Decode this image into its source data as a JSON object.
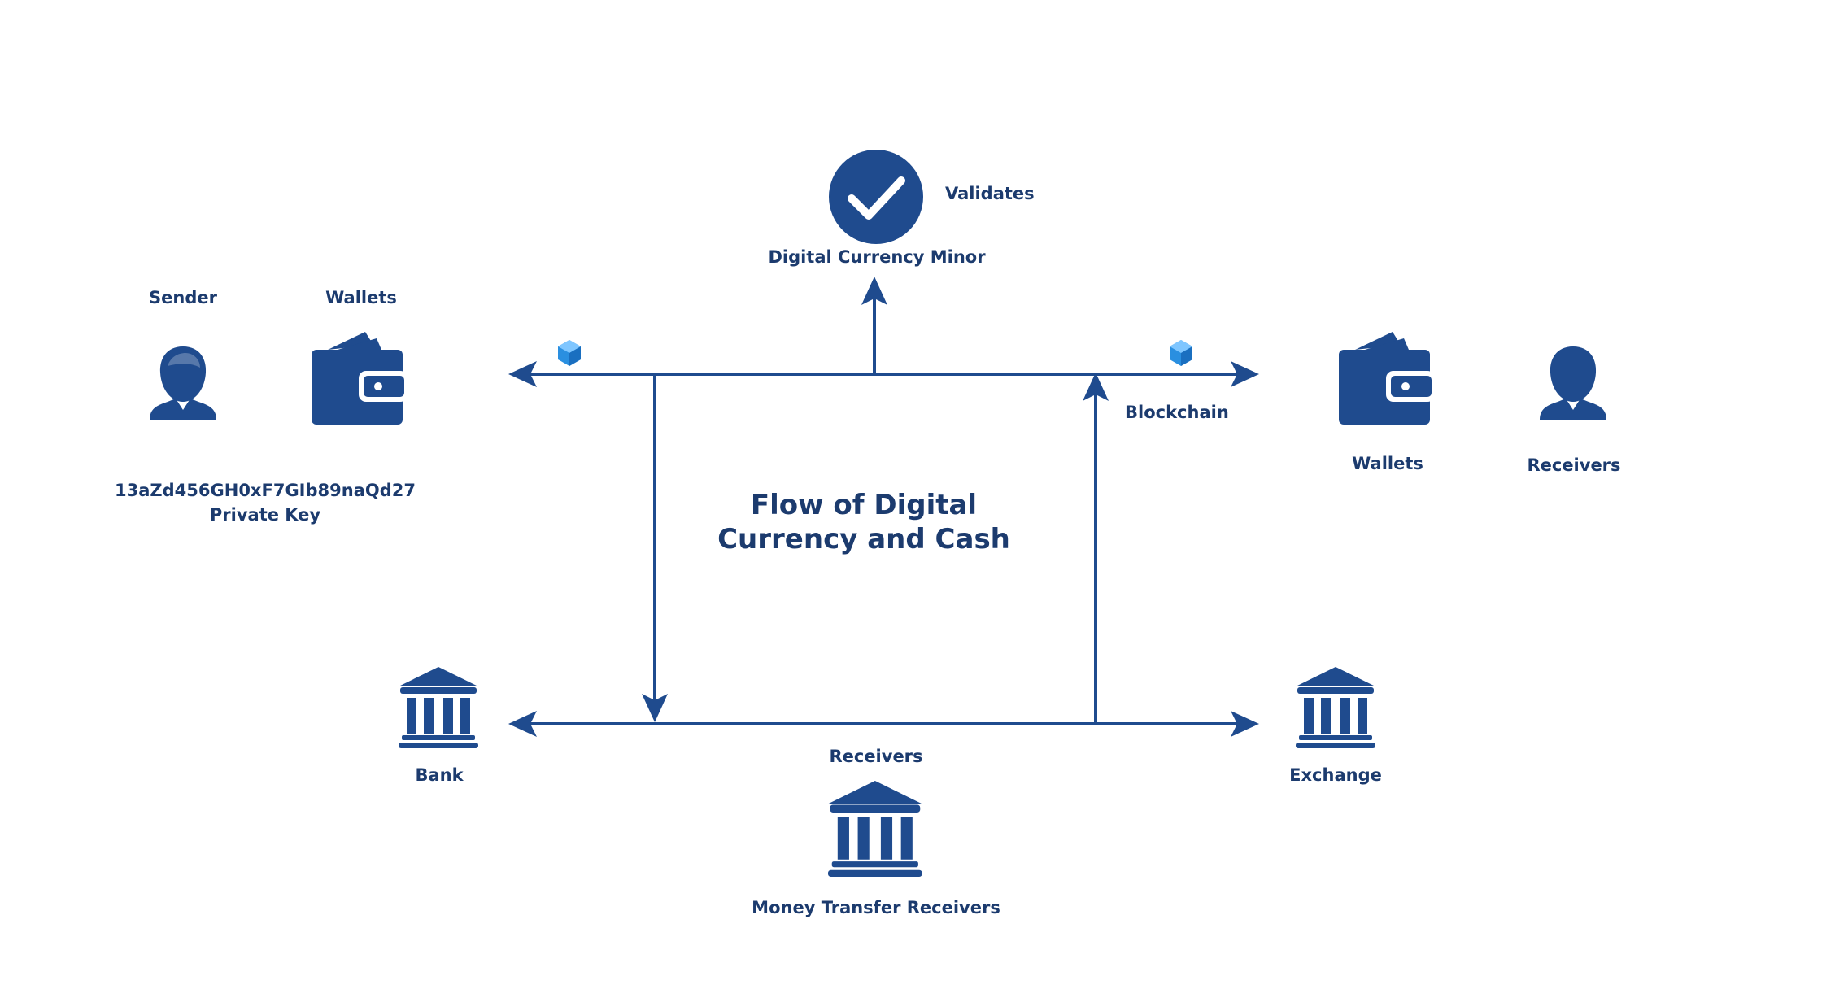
{
  "diagram": {
    "title_line1": "Flow of Digital",
    "title_line2": "Currency and Cash",
    "labels": {
      "validates": "Validates",
      "miner": "Digital Currency Minor",
      "sender": "Sender",
      "wallets_left": "Wallets",
      "wallets_right": "Wallets",
      "receivers_right": "Receivers",
      "blockchain": "Blockchain",
      "address": "13aZd456GH0xF7GIb89naQd27",
      "private_key": "Private Key",
      "bank": "Bank",
      "exchange": "Exchange",
      "receivers_bottom": "Receivers",
      "money_transfer": "Money Transfer Receivers"
    },
    "colors": {
      "primary": "#1f4b8e",
      "text": "#1c3b6e",
      "block": "#2a8fe0"
    },
    "icons": [
      "check-circle-icon",
      "person-icon",
      "wallet-icon",
      "bank-icon",
      "cube-icon"
    ]
  }
}
